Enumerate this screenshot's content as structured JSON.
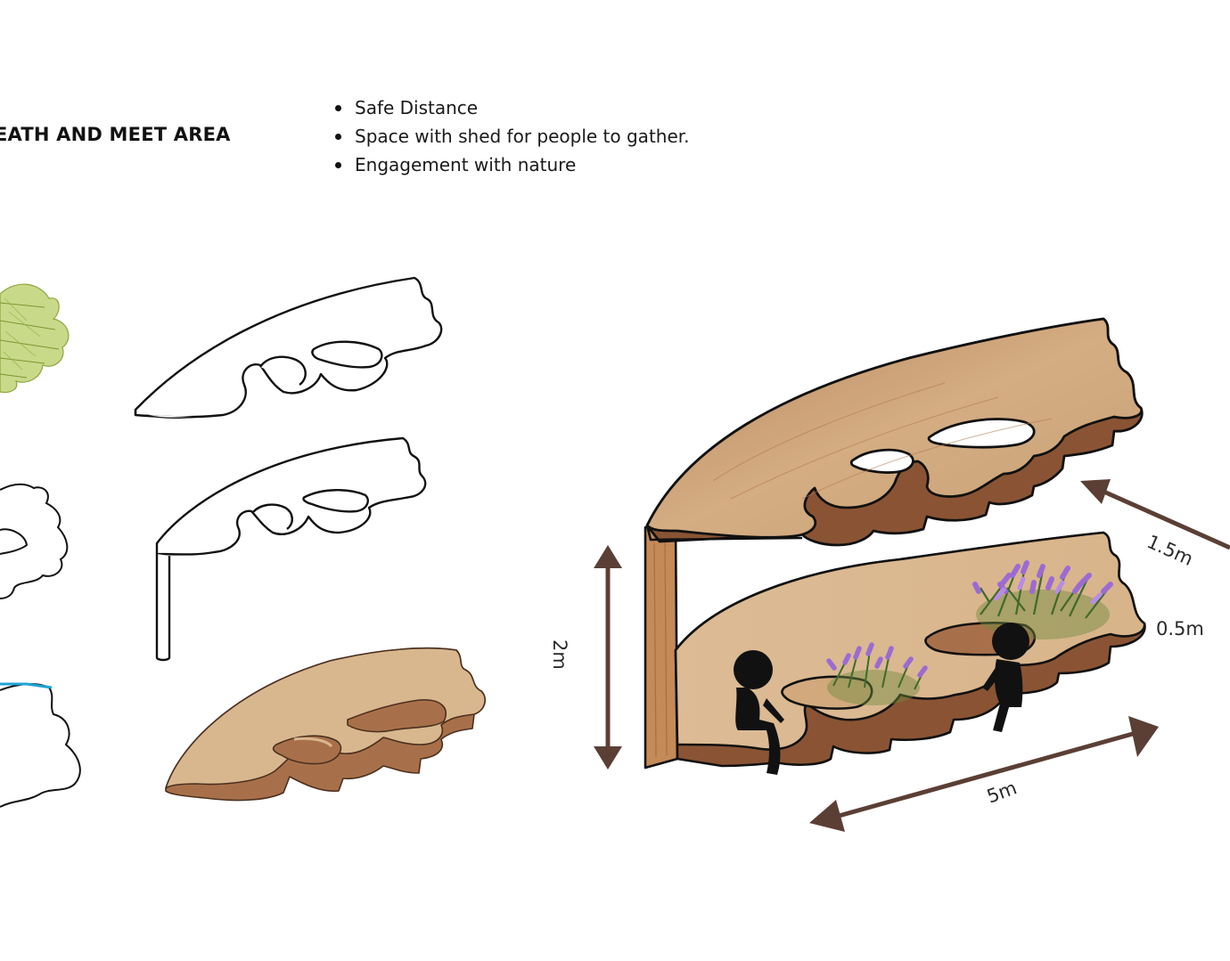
{
  "heading": "EATH AND MEET AREA",
  "features": [
    "Safe Distance",
    "Space with shed for people to gather.",
    "Engagement with nature"
  ],
  "dimensions": {
    "height": "2m",
    "depth": "1.5m",
    "seat_height": "0.5m",
    "width": "5m"
  },
  "colors": {
    "wood": "#d9b78e",
    "wood_dark": "#a8704a",
    "wood_edge": "#8a5434",
    "arrow": "#5b3f35",
    "leaf_green": "#a9c25a",
    "lavender": "#9b6bd3",
    "outline": "#111111"
  },
  "icons": [
    "leaf-sketch-icon",
    "person-silhouette-icon",
    "lavender-plant-icon",
    "dimension-arrow-icon"
  ]
}
